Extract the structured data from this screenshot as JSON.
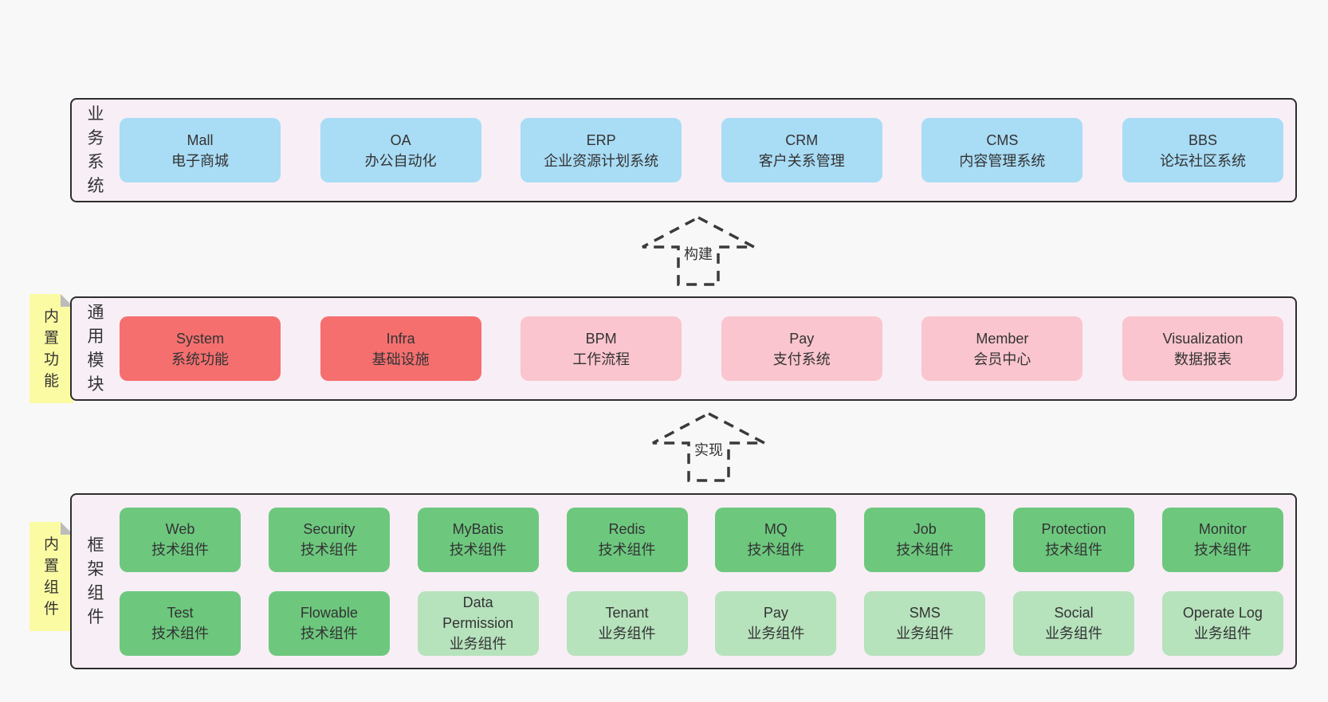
{
  "colors": {
    "background": "#f8f8f8",
    "container_bg": "#f8eef6",
    "border": "#2e2e2e",
    "text": "#3a3a3a",
    "blue": "#a9dcf5",
    "red": "#f56f6f",
    "pink": "#fac5ce",
    "green": "#6dc87e",
    "light_green": "#b6e2bc",
    "sticky": "#fbfba3",
    "fold": "#bcbcbc"
  },
  "sections": [
    {
      "id": "business-systems",
      "label": "业务系统",
      "rows": [
        [
          {
            "name": "Mall",
            "desc": "电子商城",
            "variant": "blue"
          },
          {
            "name": "OA",
            "desc": "办公自动化",
            "variant": "blue"
          },
          {
            "name": "ERP",
            "desc": "企业资源计划系统",
            "variant": "blue"
          },
          {
            "name": "CRM",
            "desc": "客户关系管理",
            "variant": "blue"
          },
          {
            "name": "CMS",
            "desc": "内容管理系统",
            "variant": "blue"
          },
          {
            "name": "BBS",
            "desc": "论坛社区系统",
            "variant": "blue"
          }
        ]
      ]
    },
    {
      "id": "common-modules",
      "label": "通用模块",
      "sticky": "内置功能",
      "rows": [
        [
          {
            "name": "System",
            "desc": "系统功能",
            "variant": "red"
          },
          {
            "name": "Infra",
            "desc": "基础设施",
            "variant": "red"
          },
          {
            "name": "BPM",
            "desc": "工作流程",
            "variant": "pink"
          },
          {
            "name": "Pay",
            "desc": "支付系统",
            "variant": "pink"
          },
          {
            "name": "Member",
            "desc": "会员中心",
            "variant": "pink"
          },
          {
            "name": "Visualization",
            "desc": "数据报表",
            "variant": "pink"
          }
        ]
      ]
    },
    {
      "id": "framework-components",
      "label": "框架组件",
      "sticky": "内置组件",
      "rows": [
        [
          {
            "name": "Web",
            "desc": "技术组件",
            "variant": "green"
          },
          {
            "name": "Security",
            "desc": "技术组件",
            "variant": "green"
          },
          {
            "name": "MyBatis",
            "desc": "技术组件",
            "variant": "green"
          },
          {
            "name": "Redis",
            "desc": "技术组件",
            "variant": "green"
          },
          {
            "name": "MQ",
            "desc": "技术组件",
            "variant": "green"
          },
          {
            "name": "Job",
            "desc": "技术组件",
            "variant": "green"
          },
          {
            "name": "Protection",
            "desc": "技术组件",
            "variant": "green"
          },
          {
            "name": "Monitor",
            "desc": "技术组件",
            "variant": "green"
          }
        ],
        [
          {
            "name": "Test",
            "desc": "技术组件",
            "variant": "green"
          },
          {
            "name": "Flowable",
            "desc": "技术组件",
            "variant": "green"
          },
          {
            "name": "Data Permission",
            "desc": "业务组件",
            "variant": "lightgreen"
          },
          {
            "name": "Tenant",
            "desc": "业务组件",
            "variant": "lightgreen"
          },
          {
            "name": "Pay",
            "desc": "业务组件",
            "variant": "lightgreen"
          },
          {
            "name": "SMS",
            "desc": "业务组件",
            "variant": "lightgreen"
          },
          {
            "name": "Social",
            "desc": "业务组件",
            "variant": "lightgreen"
          },
          {
            "name": "Operate Log",
            "desc": "业务组件",
            "variant": "lightgreen"
          }
        ]
      ]
    }
  ],
  "arrows": [
    {
      "label": "构建"
    },
    {
      "label": "实现"
    }
  ]
}
